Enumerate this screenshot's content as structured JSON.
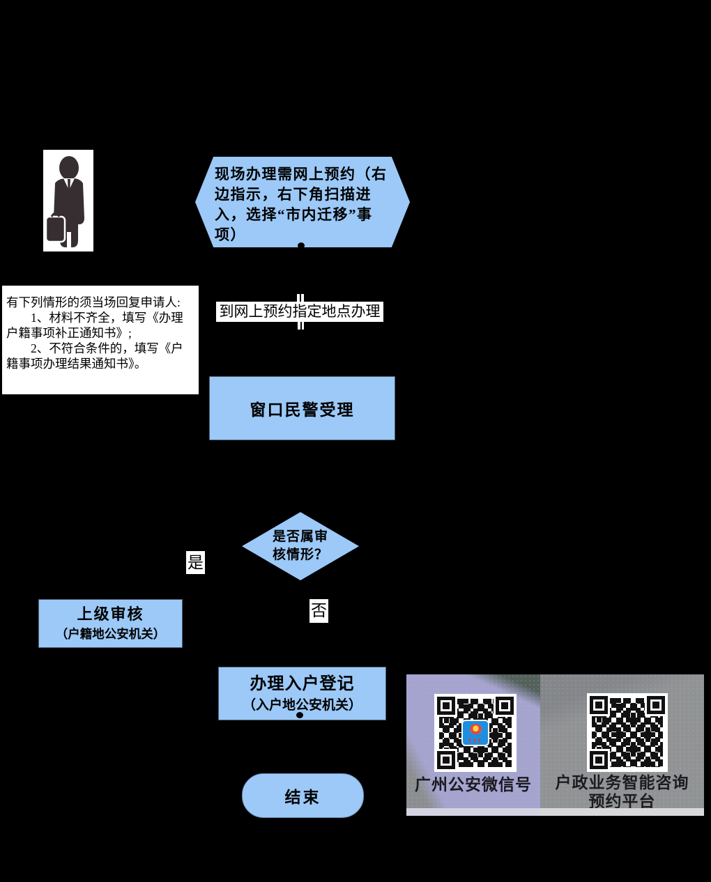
{
  "flowchart": {
    "hexagon": {
      "text": "现场办理需网上预约（右\n边指示，右下角扫描进\n入，选择“市内迁移”事\n项）"
    },
    "notice_box": {
      "text": "有下列情形的须当场回复申请人:\n　　1、材料不齐全，填写《办理\n户籍事项补正通知书》;\n　　2、不符合条件的，填写《户\n籍事项办理结果通知书》。"
    },
    "location_note": {
      "text": "到网上预约指定地点办理"
    },
    "accept_box": {
      "text": "窗口民警受理"
    },
    "decision": {
      "line1": "是否属审",
      "line2": "核情形？"
    },
    "yes_label": "是",
    "no_label": "否",
    "review_box": {
      "line1": "上级审核",
      "line2": "（户籍地公安机关）"
    },
    "register_box": {
      "line1": "办理入户登记",
      "line2": "（入户地公安机关）"
    },
    "end_node": {
      "text": "结束"
    }
  },
  "qr_panel": {
    "left": {
      "label": "广州公安微信号"
    },
    "right": {
      "label_line1": "户政业务智能咨询",
      "label_line2": "预约平台"
    }
  },
  "icons": {
    "applicant": "applicant-person-icon",
    "left_qr": "gz-police-wechat-qr",
    "right_qr": "appointment-platform-qr",
    "badge": "police-emblem-icon"
  },
  "colors": {
    "background": "#000000",
    "node_fill": "#9cc9f7",
    "node_border": "#4e6077",
    "white_box": "#ffffff",
    "panel_left_bg": "#a7a3cf",
    "panel_right_bg": "#929295",
    "panel_dark_wedge": "#55605b",
    "badge_blue": "#1e8fe0",
    "qr_module": "#111111",
    "label_text": "#1b1b20"
  }
}
